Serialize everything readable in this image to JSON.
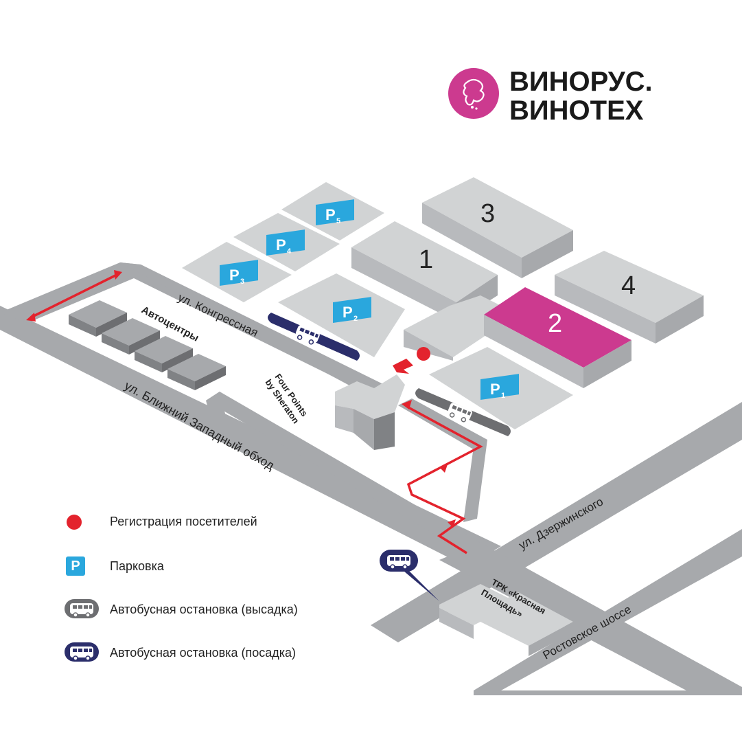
{
  "brand": {
    "line1": "ВИНОРУС.",
    "line2": "ВИНОТЕХ",
    "accent_color": "#cc3a8f"
  },
  "halls": {
    "h1": "1",
    "h2": "2",
    "h3": "3",
    "h4": "4",
    "highlight_color": "#cc3a8f"
  },
  "parking": {
    "p1": "1",
    "p2": "2",
    "p3": "3",
    "p4": "4",
    "p5": "5",
    "letter": "P",
    "color": "#2aa7dd"
  },
  "roads": {
    "kongressnaya": "ул. Конгрессная",
    "blizhny": "ул. Ближний Западный обход",
    "dzerzhinskogo": "ул. Дзержинского",
    "rostovskoe": "Ростовское шоссе"
  },
  "buildings": {
    "avtocentry": "Автоцентры",
    "sheraton_line1": "Four Points",
    "sheraton_line2": "by Sheraton",
    "trk_line1": "ТРК «Красная",
    "trk_line2": "Площадь»"
  },
  "legend": {
    "registration": "Регистрация посетителей",
    "parking": "Парковка",
    "bus_dropoff": "Автобусная остановка (высадка)",
    "bus_pickup": "Автобусная остановка (посадка)"
  },
  "icons": {
    "registration": "red-dot-icon",
    "parking": "parking-p-icon",
    "bus_dropoff": "grey-bus-icon",
    "bus_pickup": "navy-bus-icon"
  },
  "colors": {
    "road": "#a7a9ac",
    "block": "#d1d3d4",
    "route": "#e3232d",
    "bus_dropoff": "#6d6e71",
    "bus_pickup": "#2b2e6b"
  }
}
